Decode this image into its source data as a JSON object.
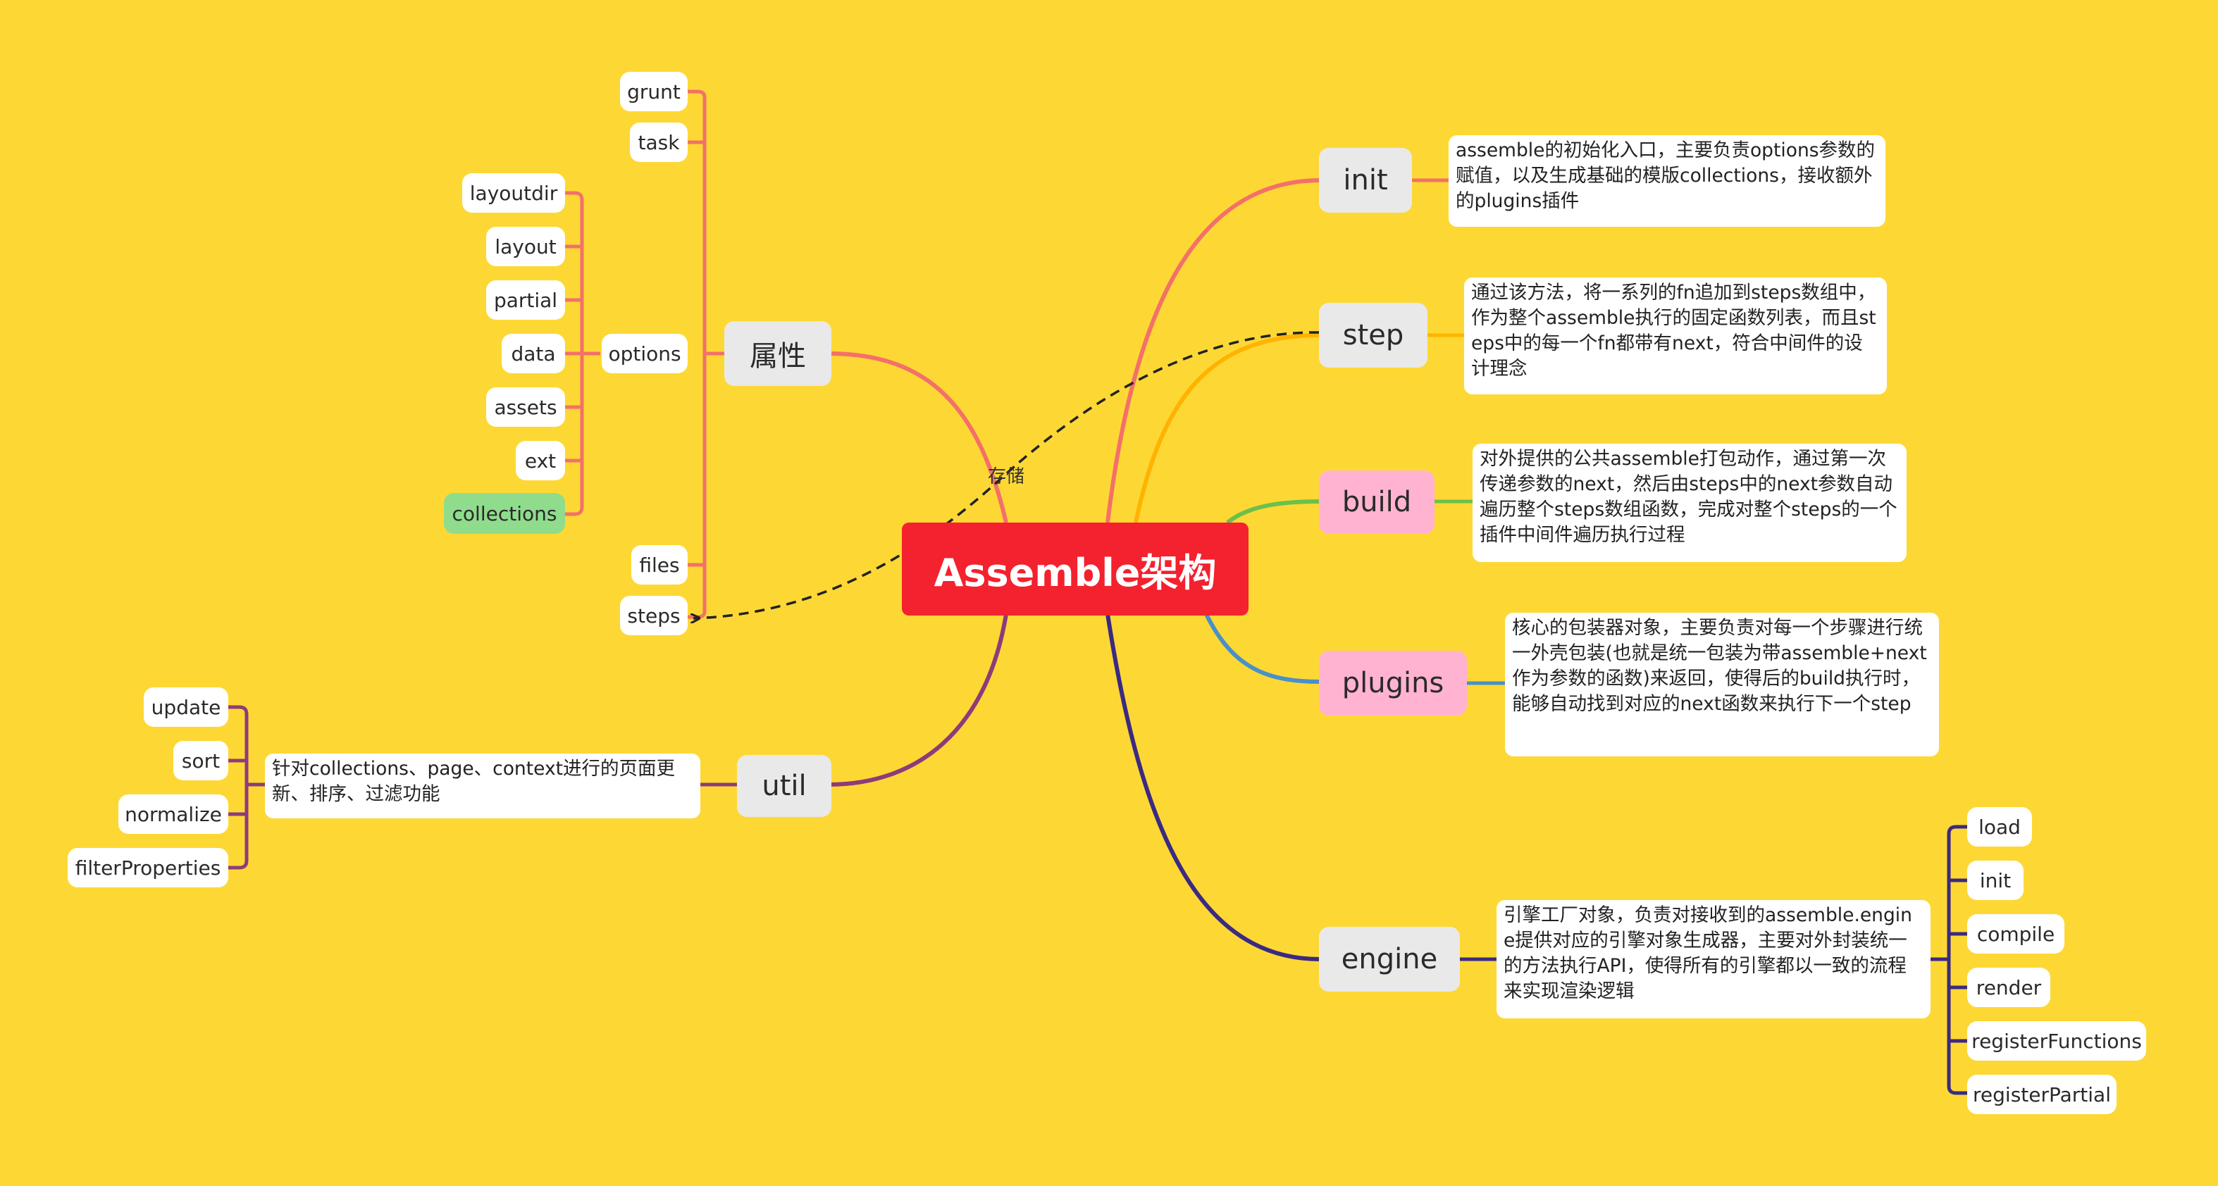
{
  "root": "Assemble架构",
  "edge_label": "存储",
  "left": {
    "attributes": {
      "label": "属性",
      "grunt": "grunt",
      "task": "task",
      "options": {
        "label": "options",
        "items": [
          "layoutdir",
          "layout",
          "partial",
          "data",
          "assets",
          "ext",
          "collections"
        ]
      },
      "files": "files",
      "steps": "steps"
    },
    "util": {
      "label": "util",
      "desc": "针对collections、page、context进行的页面更新、排序、过滤功能",
      "items": [
        "update",
        "sort",
        "normalize",
        "filterProperties"
      ]
    }
  },
  "right": {
    "init": {
      "label": "init",
      "desc": "assemble的初始化入口，主要负责options参数的赋值，以及生成基础的模版collections，接收额外的plugins插件"
    },
    "step": {
      "label": "step",
      "desc": "通过该方法，将一系列的fn追加到steps数组中，作为整个assemble执行的固定函数列表，而且steps中的每一个fn都带有next，符合中间件的设计理念"
    },
    "build": {
      "label": "build",
      "desc": "对外提供的公共assemble打包动作，通过第一次传递参数的next，然后由steps中的next参数自动遍历整个steps数组函数，完成对整个steps的一个插件中间件遍历执行过程"
    },
    "plugins": {
      "label": "plugins",
      "desc": "核心的包装器对象，主要负责对每一个步骤进行统一外壳包装(也就是统一包装为带assemble+next作为参数的函数)来返回，使得后的build执行时，能够自动找到对应的next函数来执行下一个step"
    },
    "engine": {
      "label": "engine",
      "desc": "引擎工厂对象，负责对接收到的assemble.engine提供对应的引擎对象生成器，主要对外封装统一的方法执行API，使得所有的引擎都以一致的流程来实现渲染逻辑",
      "items": [
        "load",
        "init",
        "compile",
        "render",
        "registerFunctions",
        "registerPartial"
      ]
    }
  },
  "colors": {
    "background": "#fdd835",
    "root": "#f4212e",
    "attributes_branch": "#f47068",
    "init_branch": "#f47068",
    "step_branch": "#ffb300",
    "build_branch": "#6cc04a",
    "plugins_branch": "#4a90c8",
    "engine_branch": "#3b2a82",
    "util_branch": "#8e3b7a"
  }
}
